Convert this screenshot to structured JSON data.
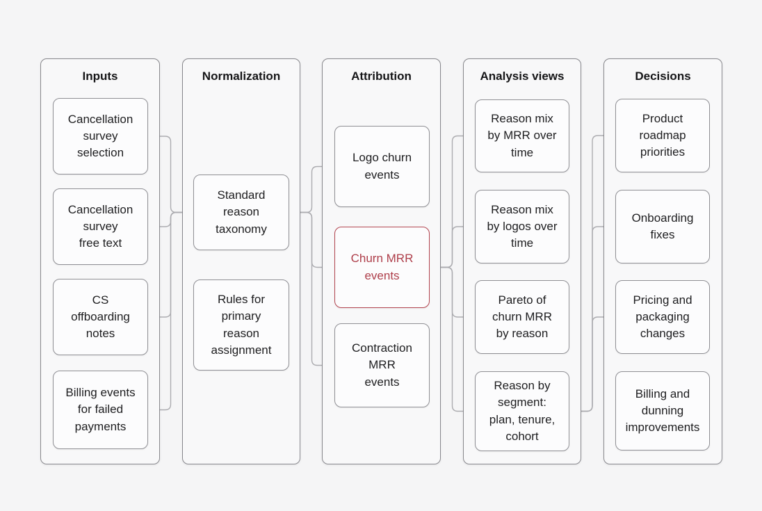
{
  "diagram": {
    "background_color": "#f5f5f6",
    "line_color": "#acacb0",
    "box_border_color": "#8f8f94",
    "accent_color": "#b2434e",
    "columns": [
      {
        "id": "inputs",
        "title": "Inputs",
        "nodes": [
          {
            "id": "cancellation-survey-selection",
            "label": "Cancellation\nsurvey\nselection"
          },
          {
            "id": "cancellation-survey-free-text",
            "label": "Cancellation\nsurvey\nfree text"
          },
          {
            "id": "cs-offboarding-notes",
            "label": "CS\noffboarding\nnotes"
          },
          {
            "id": "billing-events-for-failed-payments",
            "label": "Billing events\nfor failed\npayments"
          }
        ]
      },
      {
        "id": "normalization",
        "title": "Normalization",
        "nodes": [
          {
            "id": "standard-reason-taxonomy",
            "label": "Standard\nreason\ntaxonomy"
          },
          {
            "id": "rules-for-primary-reason-assignment",
            "label": "Rules for\nprimary\nreason\nassignment"
          }
        ]
      },
      {
        "id": "attribution",
        "title": "Attribution",
        "nodes": [
          {
            "id": "logo-churn-events",
            "label": "Logo churn\nevents"
          },
          {
            "id": "churn-mrr-events",
            "label": "Churn MRR\nevents",
            "accent": true
          },
          {
            "id": "contraction-mrr-events",
            "label": "Contraction\nMRR\nevents"
          }
        ]
      },
      {
        "id": "analysis-views",
        "title": "Analysis views",
        "nodes": [
          {
            "id": "reason-mix-by-mrr-over-time",
            "label": "Reason mix\nby MRR over\ntime"
          },
          {
            "id": "reason-mix-by-logos-over-time",
            "label": "Reason mix\nby logos over\ntime"
          },
          {
            "id": "pareto-of-churn-mrr-by-reason",
            "label": "Pareto of\nchurn MRR\nby reason"
          },
          {
            "id": "reason-by-segment",
            "label": "Reason by\nsegment:\nplan, tenure,\ncohort"
          }
        ]
      },
      {
        "id": "decisions",
        "title": "Decisions",
        "nodes": [
          {
            "id": "product-roadmap-priorities",
            "label": "Product\nroadmap\npriorities"
          },
          {
            "id": "onboarding-fixes",
            "label": "Onboarding\nfixes"
          },
          {
            "id": "pricing-and-packaging-changes",
            "label": "Pricing and\npackaging\nchanges"
          },
          {
            "id": "billing-and-dunning-improvements",
            "label": "Billing and\ndunning\nimprovements"
          }
        ]
      }
    ],
    "edges": [
      {
        "from": "cancellation-survey-selection",
        "to": "standard-reason-taxonomy"
      },
      {
        "from": "cancellation-survey-free-text",
        "to": "standard-reason-taxonomy"
      },
      {
        "from": "cs-offboarding-notes",
        "to": "standard-reason-taxonomy"
      },
      {
        "from": "billing-events-for-failed-payments",
        "to": "standard-reason-taxonomy"
      },
      {
        "from": "standard-reason-taxonomy",
        "to": "rules-for-primary-reason-assignment",
        "dir": "v"
      },
      {
        "from": "standard-reason-taxonomy",
        "to": "logo-churn-events"
      },
      {
        "from": "standard-reason-taxonomy",
        "to": "churn-mrr-events"
      },
      {
        "from": "standard-reason-taxonomy",
        "to": "contraction-mrr-events"
      },
      {
        "from": "churn-mrr-events",
        "to": "reason-mix-by-mrr-over-time"
      },
      {
        "from": "churn-mrr-events",
        "to": "reason-mix-by-logos-over-time"
      },
      {
        "from": "churn-mrr-events",
        "to": "pareto-of-churn-mrr-by-reason"
      },
      {
        "from": "churn-mrr-events",
        "to": "reason-by-segment"
      },
      {
        "from": "reason-by-segment",
        "to": "product-roadmap-priorities"
      },
      {
        "from": "reason-by-segment",
        "to": "onboarding-fixes"
      },
      {
        "from": "reason-by-segment",
        "to": "pricing-and-packaging-changes"
      }
    ]
  }
}
